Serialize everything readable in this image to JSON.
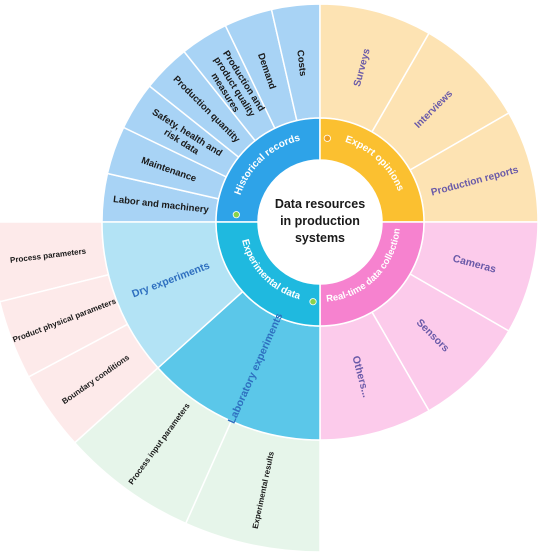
{
  "center": {
    "lines": [
      "Data resources",
      "in production",
      "systems"
    ]
  },
  "colors": {
    "historical_outer": "#a8d3f5",
    "historical_inner": "#2ea3e8",
    "expert_outer": "#fde3b3",
    "expert_inner": "#fbc030",
    "realtime_outer": "#fccbeb",
    "realtime_inner": "#f682cf",
    "experimental_outer": "#9bdcf0",
    "experimental_inner": "#1fb9df",
    "lab_outer": "#5bc7e9",
    "dry_outer": "#b3e3f5",
    "dry_sub": "#fdeaea",
    "lab_sub": "#e6f5ea",
    "outer_text_dark": "#1a1a1a",
    "outer_text_purple": "#6a5aa8",
    "outer_text_blue": "#2e6fbf",
    "ring_text": "#ffffff",
    "dot_green": "#8ad24a",
    "dot_orange": "#f0a020"
  },
  "categories": [
    {
      "name": "Historical records",
      "items": [
        "Labor and machinery",
        "Maintenance",
        "Safety, health and risk data",
        "Production quantity",
        "Production and product quality measures",
        "Demand",
        "Costs"
      ]
    },
    {
      "name": "Expert opinions",
      "items": [
        "Surveys",
        "Interviews",
        "Production reports"
      ]
    },
    {
      "name": "Real-time data collection",
      "items": [
        "Cameras",
        "Sensors",
        "Others..."
      ]
    },
    {
      "name": "Experimental data",
      "items": [
        "Laboratory experiments",
        "Dry experiments"
      ],
      "sub": {
        "Dry experiments": [
          "Process parameters",
          "Product physical parameters",
          "Boundary conditions"
        ],
        "Laboratory experiments": [
          "Process input parameters",
          "Experimental results"
        ]
      }
    }
  ]
}
